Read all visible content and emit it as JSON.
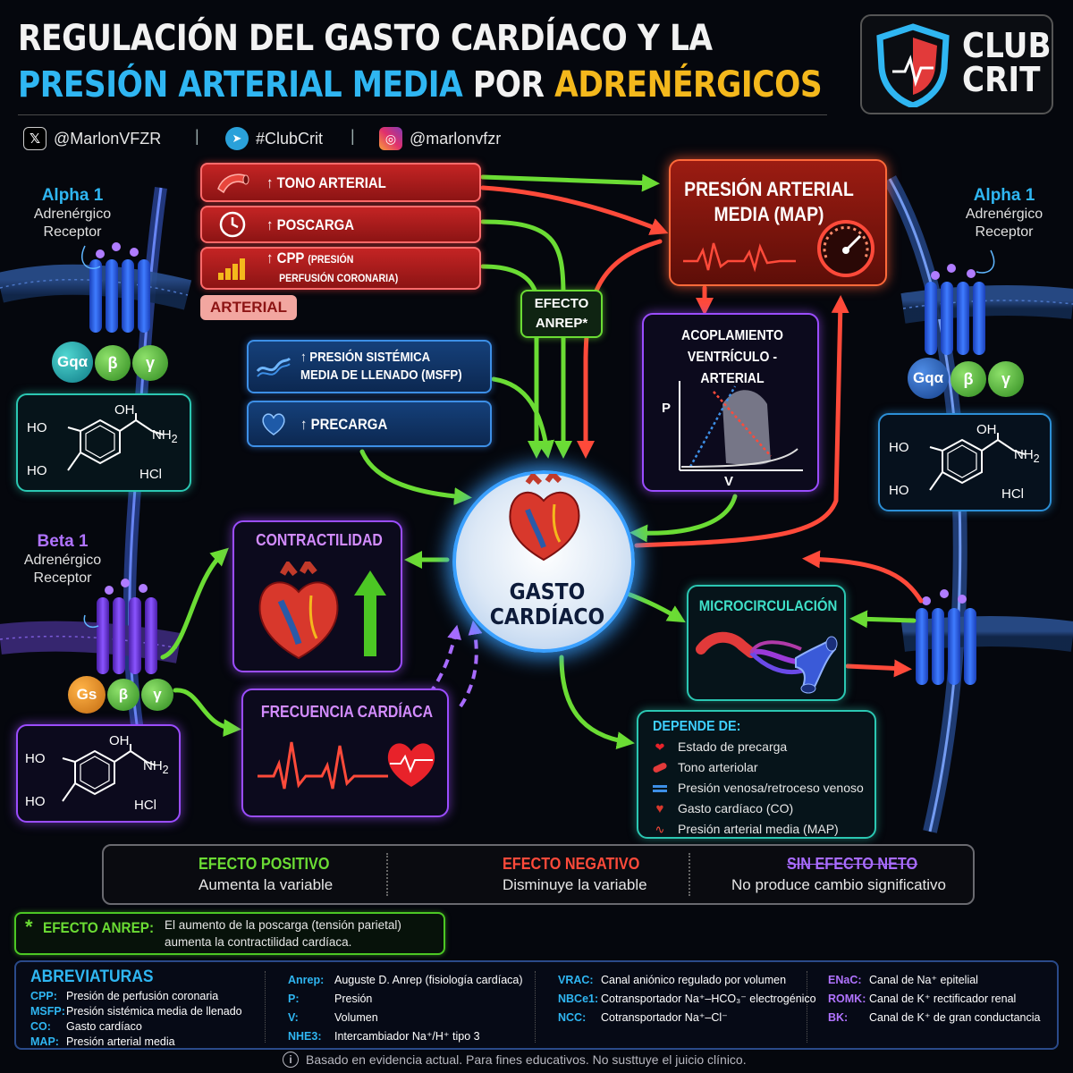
{
  "header": {
    "title_line1": "REGULACIÓN DEL GASTO CARDÍACO Y LA",
    "title_line2_part1": "PRESIÓN ARTERIAL MEDIA",
    "title_line2_part2": "POR",
    "title_line2_part3": "ADRENÉRGICOS",
    "logo_line1": "CLUB",
    "logo_line2": "CRIT"
  },
  "social": {
    "twitter": "@MarlonVFZR",
    "telegram": "#ClubCrit",
    "instagram": "@marlonvfzr",
    "separator": "|"
  },
  "receptors": {
    "alpha1_left": {
      "name": "Alpha 1",
      "sub1": "Adrenérgico",
      "sub2": "Receptor",
      "g1": "Gqα",
      "g2": "β",
      "g3": "γ"
    },
    "alpha1_right": {
      "name": "Alpha 1",
      "sub1": "Adrenérgico",
      "sub2": "Receptor",
      "g1": "Gqα",
      "g2": "β",
      "g3": "γ"
    },
    "beta1": {
      "name": "Beta 1",
      "sub1": "Adrenérgico",
      "sub2": "Receptor",
      "g1": "Gs",
      "g2": "β",
      "g3": "γ"
    }
  },
  "molecule": {
    "oh_top": "OH",
    "ho1": "HO",
    "ho2": "HO",
    "nh2": "NH",
    "nh2_sub": "2",
    "hcl": "HCl"
  },
  "arterial": {
    "tono": "↑ TONO ARTERIAL",
    "poscarga": "↑ POSCARGA",
    "cpp": "↑ CPP",
    "cpp_detail1": "(PRESIÓN",
    "cpp_detail2": "PERFUSIÓN CORONARIA)",
    "label": "ARTERIAL"
  },
  "venous": {
    "msfp_line1": "↑ PRESIÓN SISTÉMICA",
    "msfp_line2": "MEDIA DE LLENADO (MSFP)",
    "precarga": "↑ PRECARGA"
  },
  "anrep_box": {
    "line1": "EFECTO",
    "line2": "ANREP*"
  },
  "map_box": {
    "line1": "PRESIÓN ARTERIAL",
    "line2": "MEDIA (MAP)"
  },
  "coupling": {
    "line1": "ACOPLAMIENTO",
    "line2": "VENTRÍCULO - ARTERIAL",
    "axis_p": "P",
    "axis_v": "V"
  },
  "center": {
    "line1": "GASTO",
    "line2": "CARDÍACO"
  },
  "contractility": {
    "title": "CONTRACTILIDAD"
  },
  "heart_rate": {
    "title": "FRECUENCIA CARDÍACA"
  },
  "microcirculation": {
    "title": "MICROCIRCULACIÓN"
  },
  "depends": {
    "title": "DEPENDE DE:",
    "items": [
      {
        "icon": "heart-icon",
        "text": "Estado de precarga"
      },
      {
        "icon": "vessel-icon",
        "text": "Tono arteriolar"
      },
      {
        "icon": "vein-icon",
        "text": "Presión venosa/retroceso venoso"
      },
      {
        "icon": "heart-icon",
        "text": "Gasto cardíaco (CO)"
      },
      {
        "icon": "ecg-icon",
        "text": "Presión arterial media (MAP)"
      }
    ]
  },
  "legend": {
    "positive_title": "EFECTO POSITIVO",
    "positive_sub": "Aumenta la variable",
    "negative_title": "EFECTO NEGATIVO",
    "negative_sub": "Disminuye la variable",
    "neutral_title": "SIN EFECTO NETO",
    "neutral_sub": "No produce cambio significativo"
  },
  "anrep_note": {
    "star": "*",
    "label": "EFECTO ANREP:",
    "line1": "El aumento de la poscarga (tensión parietal)",
    "line2": "aumenta la contractilidad cardíaca."
  },
  "abbreviations": {
    "title": "ABREVIATURAS",
    "col1": [
      {
        "k": "CPP:",
        "v": "Presión de perfusión coronaria"
      },
      {
        "k": "MSFP:",
        "v": "Presión sistémica media de llenado"
      },
      {
        "k": "CO:",
        "v": "Gasto cardíaco"
      },
      {
        "k": "MAP:",
        "v": "Presión arterial media"
      }
    ],
    "col2": [
      {
        "k": "Anrep:",
        "v": "Auguste D. Anrep (fisiología cardíaca)"
      },
      {
        "k": "P:",
        "v": "Presión"
      },
      {
        "k": "V:",
        "v": "Volumen"
      },
      {
        "k": "NHE3:",
        "v": "Intercambiador Na⁺/H⁺ tipo 3"
      }
    ],
    "col3": [
      {
        "k": "VRAC:",
        "v": "Canal aniónico regulado por volumen"
      },
      {
        "k": "NBCe1:",
        "v": "Cotransportador Na⁺–HCO₃⁻ electrogénico"
      },
      {
        "k": "NCC:",
        "v": "Cotransportador Na⁺–Cl⁻"
      }
    ],
    "col4": [
      {
        "k": "ENaC:",
        "v": "Canal de Na⁺ epitelial"
      },
      {
        "k": "ROMK:",
        "v": "Canal de K⁺ rectificador renal"
      },
      {
        "k": "BK:",
        "v": "Canal de K⁺ de gran conductancia"
      }
    ]
  },
  "footer": {
    "info_icon": "i",
    "text": "Basado en evidencia actual. Para fines educativos. No susttuye el juicio clínico."
  },
  "colors": {
    "positive": "#6bdc34",
    "negative": "#ff4a3a",
    "neutral": "#a86bff",
    "accent_blue": "#2fb6f2",
    "accent_gold": "#f4b81c"
  }
}
